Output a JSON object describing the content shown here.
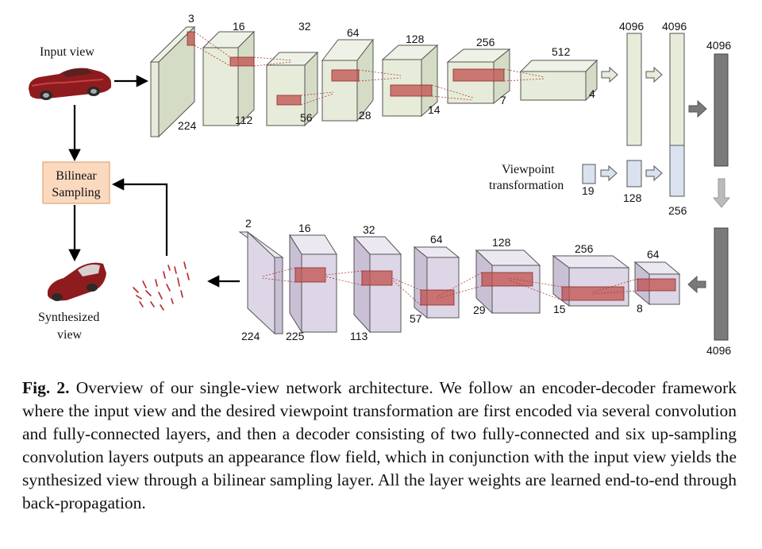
{
  "labels": {
    "input_view": "Input view",
    "bilinear_line1": "Bilinear",
    "bilinear_line2": "Sampling",
    "synth_line1": "Synthesized",
    "synth_line2": "view",
    "viewpoint_line1": "Viewpoint",
    "viewpoint_line2": "transformation"
  },
  "encoder": {
    "channels": [
      "3",
      "16",
      "32",
      "64",
      "128",
      "256",
      "512"
    ],
    "sizes": [
      "224",
      "112",
      "56",
      "28",
      "14",
      "7",
      "4"
    ]
  },
  "fc": {
    "enc_fc1": "4096",
    "enc_fc2": "4096",
    "view_in": "19",
    "view_fc": "128",
    "view_concat": "256",
    "dec_fc1": "4096",
    "dec_fc2": "4096"
  },
  "decoder": {
    "channels": [
      "2",
      "16",
      "32",
      "64",
      "128",
      "256",
      "64"
    ],
    "sizes": [
      "224",
      "225",
      "113",
      "57",
      "29",
      "15",
      "8"
    ]
  },
  "caption": {
    "label": "Fig. 2.",
    "text": "Overview of our single-view network architecture. We follow an encoder-decoder framework where the input view and the desired viewpoint transformation are first encoded via several convolution and fully-connected layers, and then a decoder consisting of two fully-connected and six up-sampling convolution layers outputs an appearance flow field, which in conjunction with the input view yields the synthesized view through a bilinear sampling layer. All the layer weights are learned end-to-end through back-propagation."
  },
  "colors": {
    "encoder_face": "#e6ecd9",
    "decoder_face": "#ddd6e6",
    "kernel": "#c0504d",
    "bilinear_box": "#fbd9bf",
    "bilinear_border": "#e3a572",
    "fc_dark": "#7a7a7a",
    "view_box": "#d9e2ee"
  }
}
